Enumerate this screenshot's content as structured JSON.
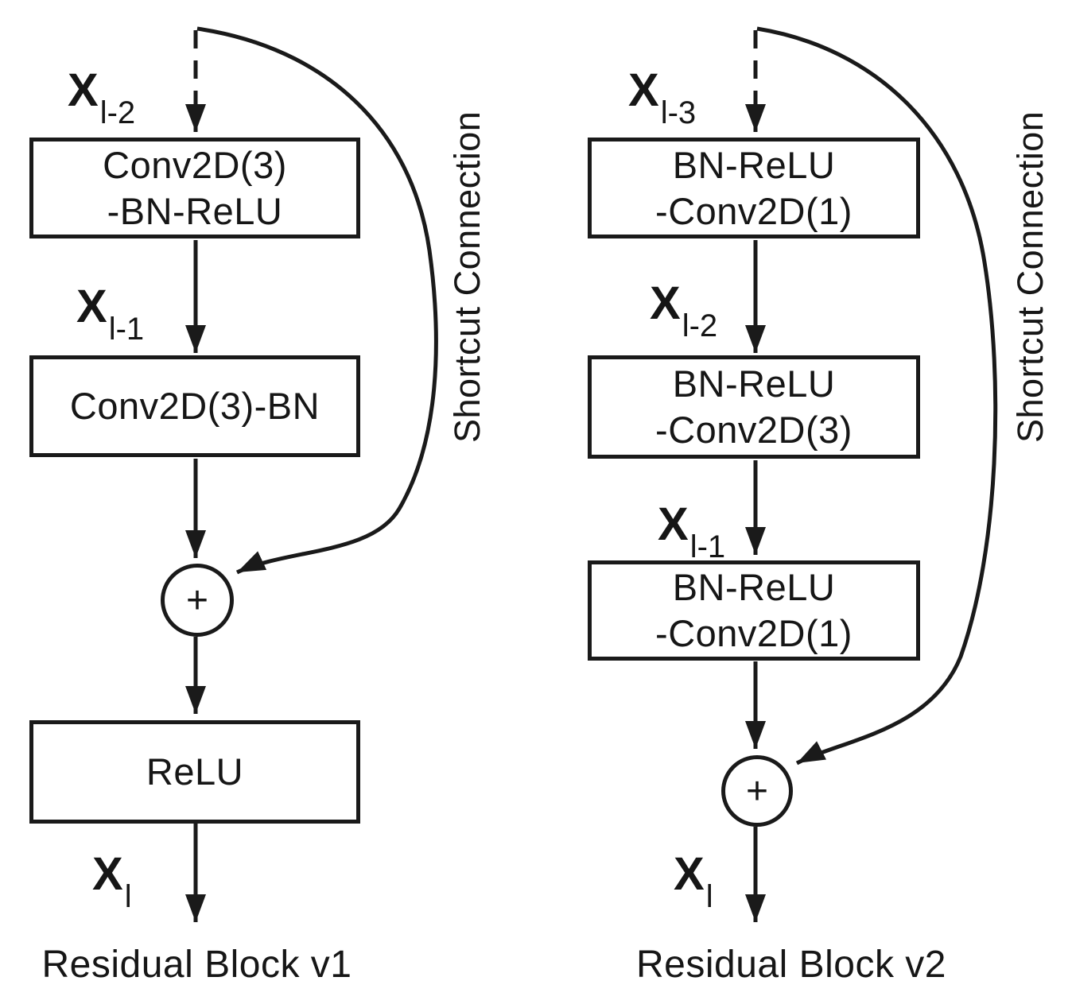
{
  "style": {
    "ink": "#1a1a1a",
    "background": "#ffffff"
  },
  "v1": {
    "input_label": {
      "base": "X",
      "sub": "l-2"
    },
    "box1": {
      "line1": "Conv2D(3)",
      "line2": "-BN-ReLU"
    },
    "label1": {
      "base": "X",
      "sub": "l-1"
    },
    "box2": {
      "line1": "Conv2D(3)-BN"
    },
    "plus": "+",
    "box3": {
      "line1": "ReLU"
    },
    "output_label": {
      "base": "X",
      "sub": "l"
    },
    "shortcut_label": "Shortcut Connection",
    "caption": "Residual Block v1"
  },
  "v2": {
    "input_label": {
      "base": "X",
      "sub": "l-3"
    },
    "box1": {
      "line1": "BN-ReLU",
      "line2": "-Conv2D(1)"
    },
    "label1": {
      "base": "X",
      "sub": "l-2"
    },
    "box2": {
      "line1": "BN-ReLU",
      "line2": "-Conv2D(3)"
    },
    "label2": {
      "base": "X",
      "sub": "l-1"
    },
    "box3": {
      "line1": "BN-ReLU",
      "line2": "-Conv2D(1)"
    },
    "plus": "+",
    "output_label": {
      "base": "X",
      "sub": "l"
    },
    "shortcut_label": "Shortcut Connection",
    "caption": "Residual Block v2"
  }
}
